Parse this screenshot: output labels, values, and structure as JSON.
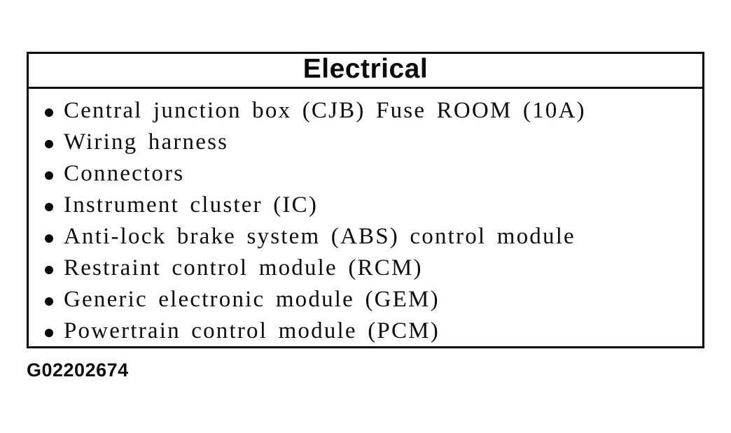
{
  "panel": {
    "title": "Electrical",
    "items": [
      "Central junction box (CJB) Fuse ROOM (10A)",
      "Wiring harness",
      "Connectors",
      "Instrument cluster (IC)",
      "Anti-lock brake system (ABS) control module",
      "Restraint control module (RCM)",
      "Generic electronic module (GEM)",
      "Powertrain control module (PCM)"
    ]
  },
  "footer": {
    "figure_id": "G02202674"
  },
  "colors": {
    "ink": "#0a0a0a",
    "background": "#ffffff"
  }
}
